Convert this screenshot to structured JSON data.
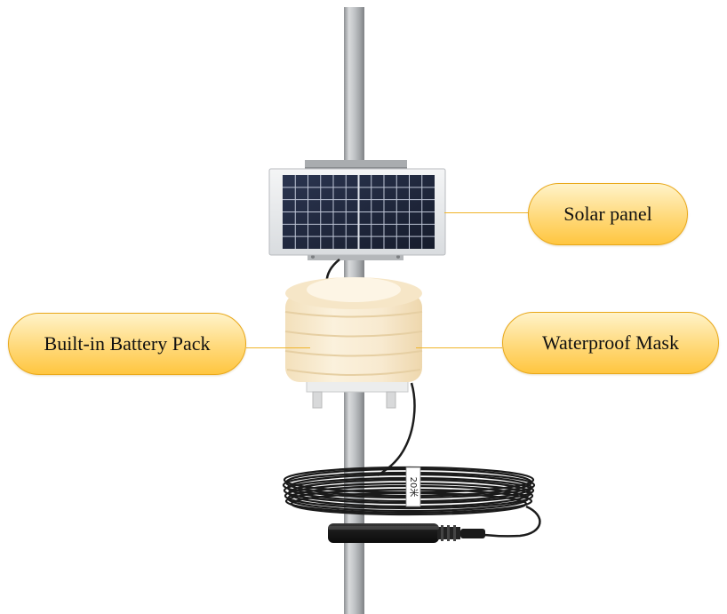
{
  "labels": {
    "solar_panel": "Solar panel",
    "battery_pack": "Built-in Battery Pack",
    "waterproof_mask": "Waterproof Mask",
    "cable_tag": "20米"
  },
  "colors": {
    "callout_border": "#e9a81a",
    "callout_fill_top": "#fff3c9",
    "callout_fill_bottom": "#ffc640",
    "leader_line": "#f0b429",
    "pole": "#b9bcbe",
    "shield": "#f9ecd1",
    "cable": "#1c1c1c"
  }
}
